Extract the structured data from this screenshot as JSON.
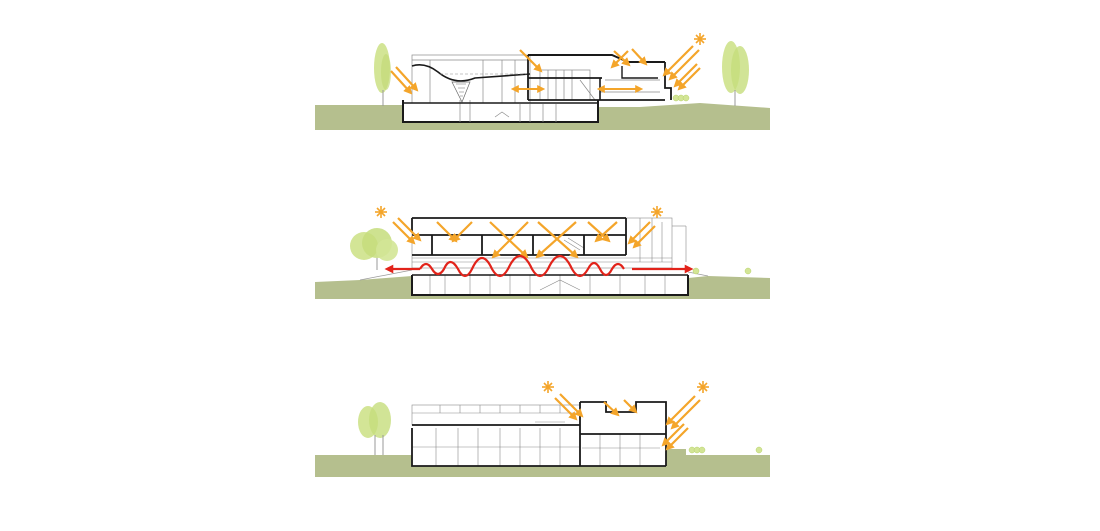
{
  "diagram": {
    "sections": [
      {
        "id": "section-1",
        "subject": "building-cross-section-with-daylight-and-ventilation"
      },
      {
        "id": "section-2",
        "subject": "building-longitudinal-section-with-daylight-and-airflow"
      },
      {
        "id": "section-3",
        "subject": "building-elevation-section-with-daylight"
      }
    ],
    "colors": {
      "ground": "#b5bf8e",
      "sun_arrow": "#f4a52a",
      "airflow": "#e2231a",
      "tree": "#d3e596",
      "tree_dark": "#b6d26a",
      "structure": "#1a1a1a",
      "fine_lines": "#7a7a7a"
    },
    "icons": [
      "sun-icon",
      "tree-icon",
      "daylight-arrow-icon",
      "ventilation-arrow-icon",
      "airflow-wave-icon"
    ]
  }
}
